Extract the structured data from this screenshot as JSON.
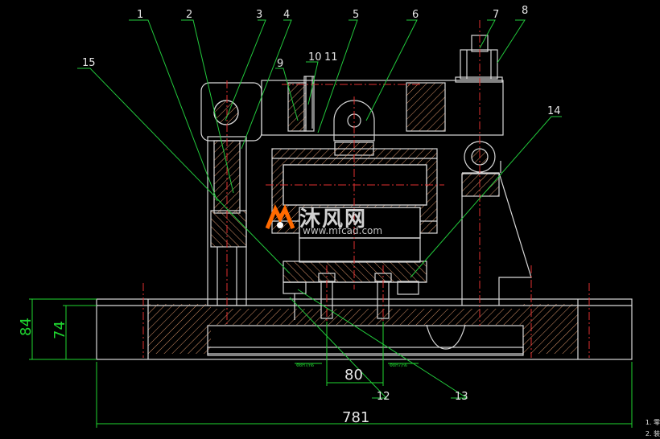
{
  "colors": {
    "outline": "#d9d9d9",
    "hatch": "#e2a57a",
    "center": "#e03030",
    "leader": "#22c93c",
    "dimension": "#1fd630",
    "background": "#000000"
  },
  "balloons": [
    "1",
    "2",
    "3",
    "4",
    "5",
    "6",
    "7",
    "8",
    "9",
    "10",
    "11",
    "12",
    "13",
    "14",
    "15"
  ],
  "dimensions": {
    "total_height": "84",
    "base_height": "74",
    "hole_spacing": "80",
    "overall_width": "781"
  },
  "small_notes": {
    "left_callout": "Φ8H7/n6",
    "right_callout": "Φ8H7/n6"
  },
  "tech_notes": [
    "1. 零",
    "2. 装"
  ],
  "watermark": {
    "chinese": "沐风网",
    "url": "www.mfcad.com"
  }
}
